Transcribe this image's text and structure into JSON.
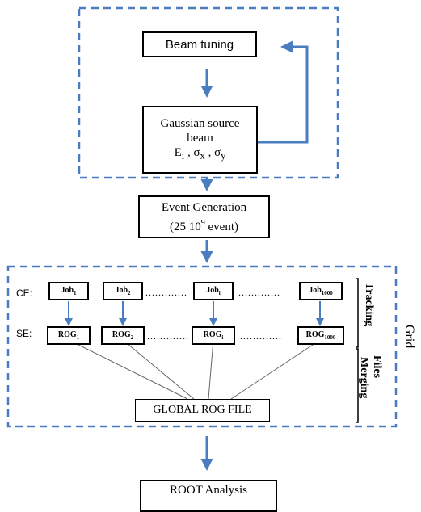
{
  "beam_tuning": "Beam tuning",
  "gaussian": {
    "line1": "Gaussian source",
    "line2": "beam",
    "line3": "E",
    "sub_i": "i",
    "sep1": " , σ",
    "sub_x": "x",
    "sep2": " , σ",
    "sub_y": "y"
  },
  "event_generation": {
    "line1": "Event Generation",
    "open": "(25 10",
    "sup": "9",
    "close": "  event)"
  },
  "ce_label": "CE:",
  "se_label": "SE:",
  "jobs": [
    {
      "base": "Job",
      "sub": "1"
    },
    {
      "base": "Job",
      "sub": "2"
    },
    {
      "base": "Job",
      "sub": "i"
    },
    {
      "base": "Job",
      "sub": "1000"
    }
  ],
  "rogs": [
    {
      "base": "ROG",
      "sub": "1"
    },
    {
      "base": "ROG",
      "sub": "2"
    },
    {
      "base": "ROG",
      "sub": "i"
    },
    {
      "base": "ROG",
      "sub": "1000"
    }
  ],
  "dots": ".............",
  "global_rog": "GLOBAL  ROG FILE",
  "tracking_label": "Tracking",
  "files_label": "Files",
  "merging_label": "Merging",
  "grid_label": "Grid",
  "root_analysis": "ROOT Analysis",
  "colors": {
    "arrow": "#4a7cc0",
    "dashed_border": "#4a7cc0",
    "box_border": "#000000"
  }
}
